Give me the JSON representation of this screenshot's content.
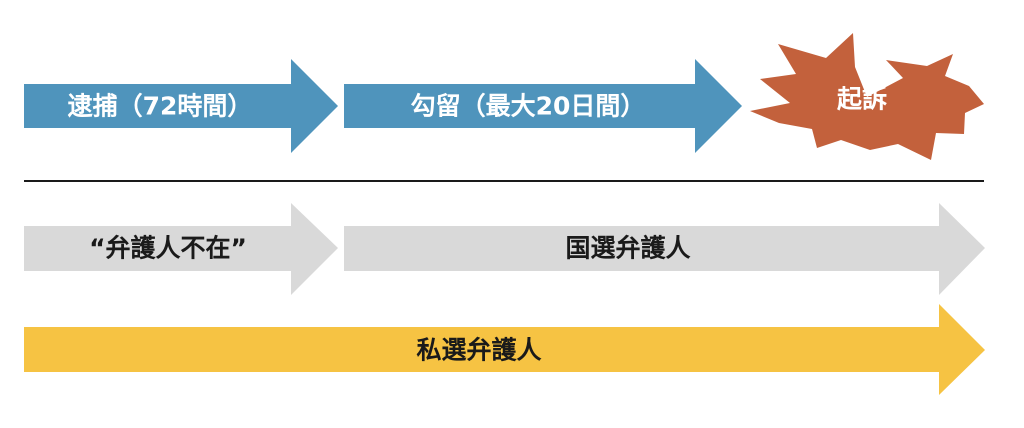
{
  "stages": {
    "arrest": "逮捕（72時間）",
    "detention": "勾留（最大20日間）",
    "indictment": "起訴"
  },
  "defense": {
    "absent": "“弁護人不在”",
    "court_appointed": "国選弁護人",
    "private": "私選弁護人"
  },
  "colors": {
    "stage_arrow": "#4f94bc",
    "indictment_burst": "#c3613c",
    "gray_arrow": "#d9d9d9",
    "private_arrow": "#f6c343",
    "divider": "#1a1a1a"
  }
}
